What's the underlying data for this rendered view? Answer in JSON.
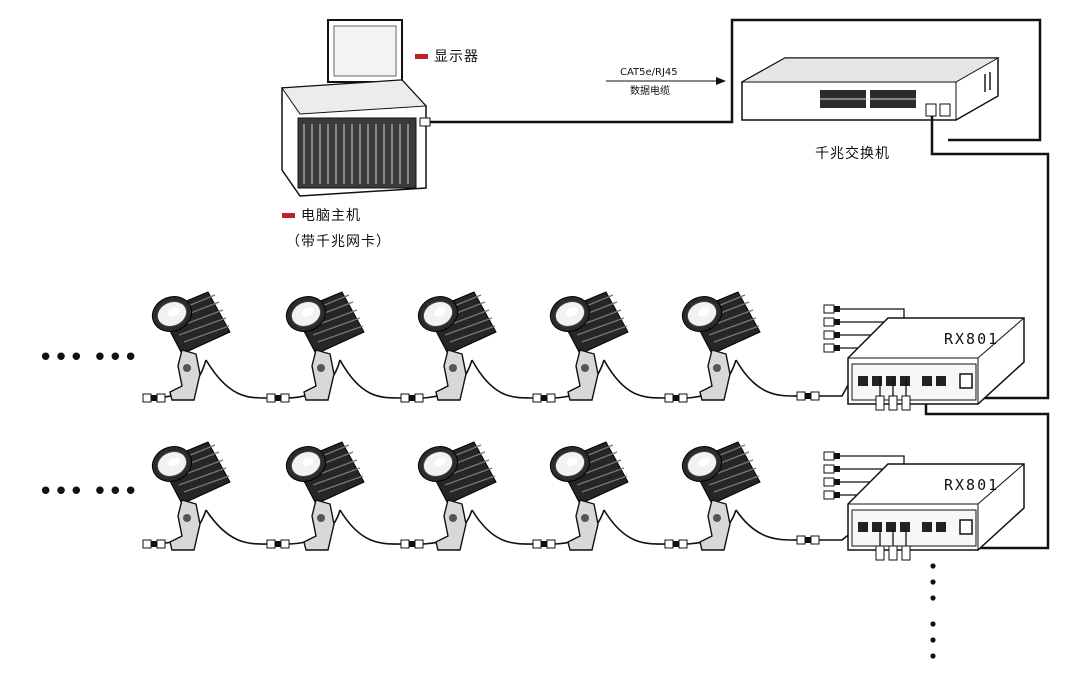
{
  "labels": {
    "monitor": "显示器",
    "host": "电脑主机",
    "host_note": "（带千兆网卡）",
    "cable_type": "CAT5e/RJ45",
    "cable_name": "数据电缆",
    "switch": "千兆交换机",
    "receiver": "RX801"
  },
  "rows": [
    {
      "receiver_label": "RX801",
      "spotlight_count": 5
    },
    {
      "receiver_label": "RX801",
      "spotlight_count": 5
    }
  ],
  "colors": {
    "marker": "#c0202a",
    "line": "#111111",
    "device": "#f4f4f4",
    "fixture": "#1e1e1e"
  },
  "icons": [
    "monitor-icon",
    "pc-host-icon",
    "switch-icon",
    "receiver-icon",
    "spotlight-icon",
    "connector-icon"
  ]
}
